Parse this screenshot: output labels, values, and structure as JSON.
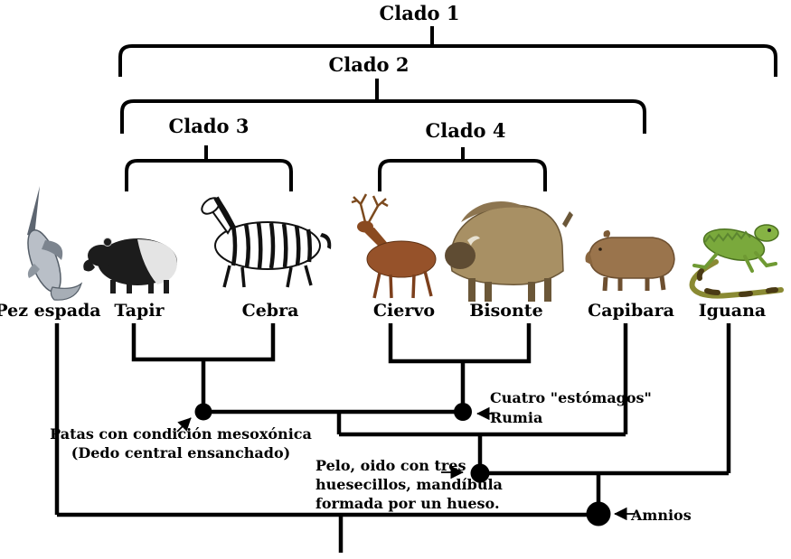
{
  "diagram_type": "cladogram",
  "clades": [
    {
      "label": "Clado 1"
    },
    {
      "label": "Clado 2"
    },
    {
      "label": "Clado 3"
    },
    {
      "label": "Clado 4"
    }
  ],
  "taxa": [
    {
      "name": "Pez espada",
      "color": "#aab2bb"
    },
    {
      "name": "Tapir",
      "color": "#1c1c1c"
    },
    {
      "name": "Cebra",
      "color": "#ffffff"
    },
    {
      "name": "Ciervo",
      "color": "#96522a"
    },
    {
      "name": "Bisonte",
      "color": "#a89064"
    },
    {
      "name": "Capibara",
      "color": "#9a744c"
    },
    {
      "name": "Iguana",
      "color": "#7aa93c"
    }
  ],
  "annotations": {
    "mesoxonica": {
      "line1": "Patas con condición mesoxónica",
      "line2": "(Dedo central ensanchado)"
    },
    "rumia": {
      "line1": "Cuatro \"estómagos\"",
      "line2": "Rumia"
    },
    "pelo": {
      "line1": "Pelo, oido con tres",
      "line2": "huesecillos, mandíbula",
      "line3": "formada por un hueso."
    },
    "amnios": {
      "label": "Amnios"
    }
  },
  "colors": {
    "line": "#000000",
    "node": "#000000",
    "background": "#ffffff",
    "text": "#000000"
  }
}
